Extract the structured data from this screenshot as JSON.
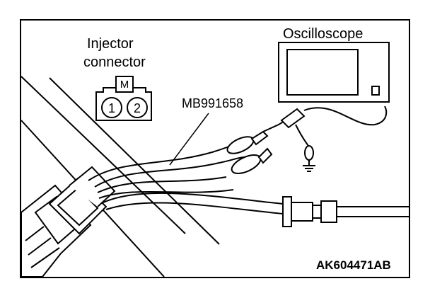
{
  "labels": {
    "injector": "Injector",
    "connector": "connector",
    "oscilloscope": "Oscilloscope",
    "tool": "MB991658",
    "figure_code": "AK604471AB"
  },
  "connector_face": {
    "key": "M",
    "pin_1": "1",
    "pin_2": "2"
  }
}
